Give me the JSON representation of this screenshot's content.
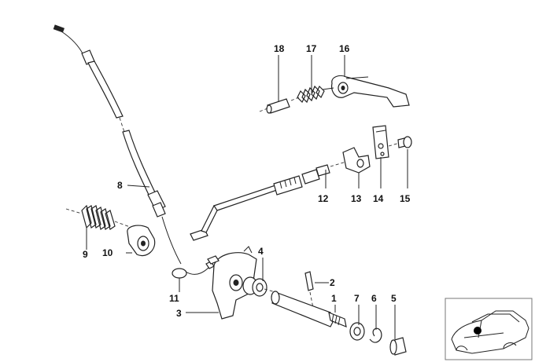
{
  "diagram": {
    "callouts": [
      {
        "id": "c1",
        "text": "1"
      },
      {
        "id": "c2",
        "text": "2"
      },
      {
        "id": "c3",
        "text": "3"
      },
      {
        "id": "c4",
        "text": "4"
      },
      {
        "id": "c5",
        "text": "5"
      },
      {
        "id": "c6",
        "text": "6"
      },
      {
        "id": "c7",
        "text": "7"
      },
      {
        "id": "c8",
        "text": "8"
      },
      {
        "id": "c9",
        "text": "9"
      },
      {
        "id": "c10",
        "text": "10"
      },
      {
        "id": "c11",
        "text": "11"
      },
      {
        "id": "c12",
        "text": "12"
      },
      {
        "id": "c13",
        "text": "13"
      },
      {
        "id": "c14",
        "text": "14"
      },
      {
        "id": "c15",
        "text": "15"
      },
      {
        "id": "c16",
        "text": "16"
      },
      {
        "id": "c17",
        "text": "17"
      },
      {
        "id": "c18",
        "text": "18"
      }
    ]
  },
  "colors": {
    "line": "#222222",
    "background": "#ffffff",
    "marker_dot": "#000000"
  }
}
